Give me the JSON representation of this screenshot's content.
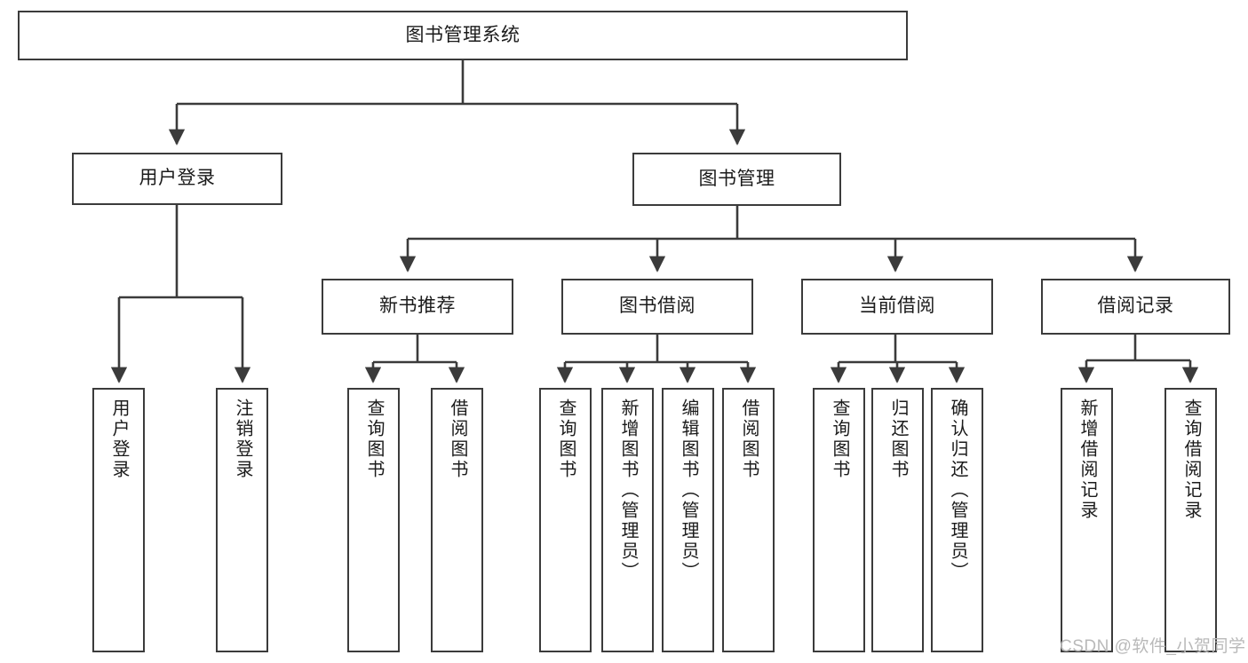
{
  "diagram": {
    "title_node": {
      "label": "图书管理系统"
    },
    "level2": [
      {
        "id": "user-login",
        "label": "用户登录"
      },
      {
        "id": "book-management",
        "label": "图书管理"
      }
    ],
    "level3": [
      {
        "id": "new-book-recommend",
        "label": "新书推荐"
      },
      {
        "id": "book-borrow",
        "label": "图书借阅"
      },
      {
        "id": "current-borrow",
        "label": "当前借阅"
      },
      {
        "id": "borrow-record",
        "label": "借阅记录"
      }
    ],
    "leaves": {
      "user_login": [
        {
          "id": "leaf-user-login",
          "label": "用户登录"
        },
        {
          "id": "leaf-logout-login",
          "label": "注销登录"
        }
      ],
      "new_book_recommend": [
        {
          "id": "leaf-query-book-1",
          "label": "查询图书"
        },
        {
          "id": "leaf-borrow-book-1",
          "label": "借阅图书"
        }
      ],
      "book_borrow": [
        {
          "id": "leaf-query-book-2",
          "label": "查询图书"
        },
        {
          "id": "leaf-add-book",
          "label": "新增图书（管理员）"
        },
        {
          "id": "leaf-edit-book",
          "label": "编辑图书（管理员）"
        },
        {
          "id": "leaf-borrow-book-2",
          "label": "借阅图书"
        }
      ],
      "current_borrow": [
        {
          "id": "leaf-query-book-3",
          "label": "查询图书"
        },
        {
          "id": "leaf-return-book",
          "label": "归还图书"
        },
        {
          "id": "leaf-confirm-return",
          "label": "确认归还（管理员）"
        }
      ],
      "borrow_record": [
        {
          "id": "leaf-add-borrow-record",
          "label": "新增借阅记录"
        },
        {
          "id": "leaf-query-borrow-record",
          "label": "查询借阅记录"
        }
      ]
    }
  },
  "watermark": {
    "text": "CSDN @软件_小贺同学"
  },
  "colors": {
    "stroke": "#3b3b3b",
    "text": "#1b1b1b",
    "background": "#ffffff",
    "watermark": "#b9b9b9"
  }
}
